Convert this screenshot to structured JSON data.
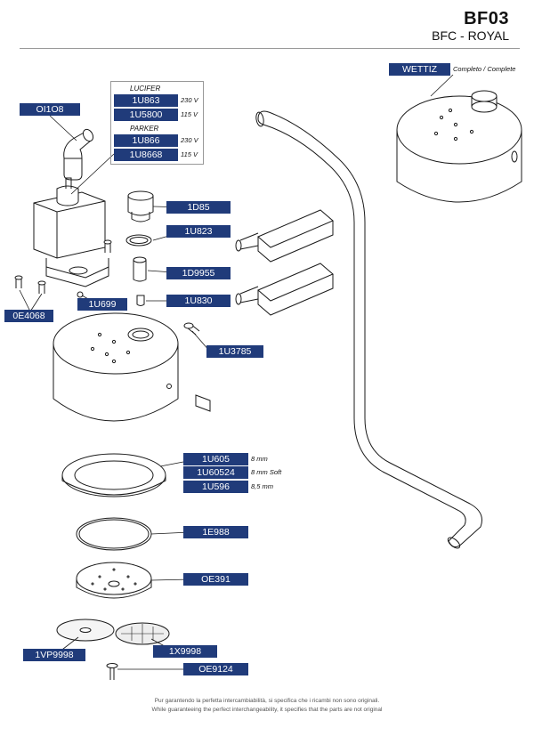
{
  "header": {
    "code": "BF03",
    "subtitle": "BFC - ROYAL"
  },
  "parts": [
    {
      "code": "WETTIZ",
      "note": "Completo / Complete"
    },
    {
      "code": "OI1O8"
    },
    {
      "code": "1U863",
      "note": "230 V"
    },
    {
      "code": "1U5800",
      "note": "115 V"
    },
    {
      "code": "1U866",
      "note": "230 V"
    },
    {
      "code": "1U8668",
      "note": "115 V"
    },
    {
      "code": "1D85"
    },
    {
      "code": "1U823"
    },
    {
      "code": "1D9955"
    },
    {
      "code": "1U830"
    },
    {
      "code": "1U699"
    },
    {
      "code": "0E4068"
    },
    {
      "code": "1U3785"
    },
    {
      "code": "1U605",
      "note": "8 mm"
    },
    {
      "code": "1U60524",
      "note": "8 mm Soft"
    },
    {
      "code": "1U596",
      "note": "8,5 mm"
    },
    {
      "code": "1E988"
    },
    {
      "code": "OE391"
    },
    {
      "code": "1VP9998"
    },
    {
      "code": "1X9998"
    },
    {
      "code": "OE9124"
    }
  ],
  "groups": {
    "lucifer": "LUCIFER",
    "parker": "PARKER"
  },
  "footer": {
    "it": "Pur garantendo la perfetta intercambiabilità, si specifica che i ricambi non sono originali.",
    "en": "While guaranteeing the perfect interchangeability, it specifies that the parts are not original"
  },
  "colors": {
    "label_bg": "#203b7a",
    "label_text": "#ffffff",
    "line": "#1a1a1a"
  }
}
